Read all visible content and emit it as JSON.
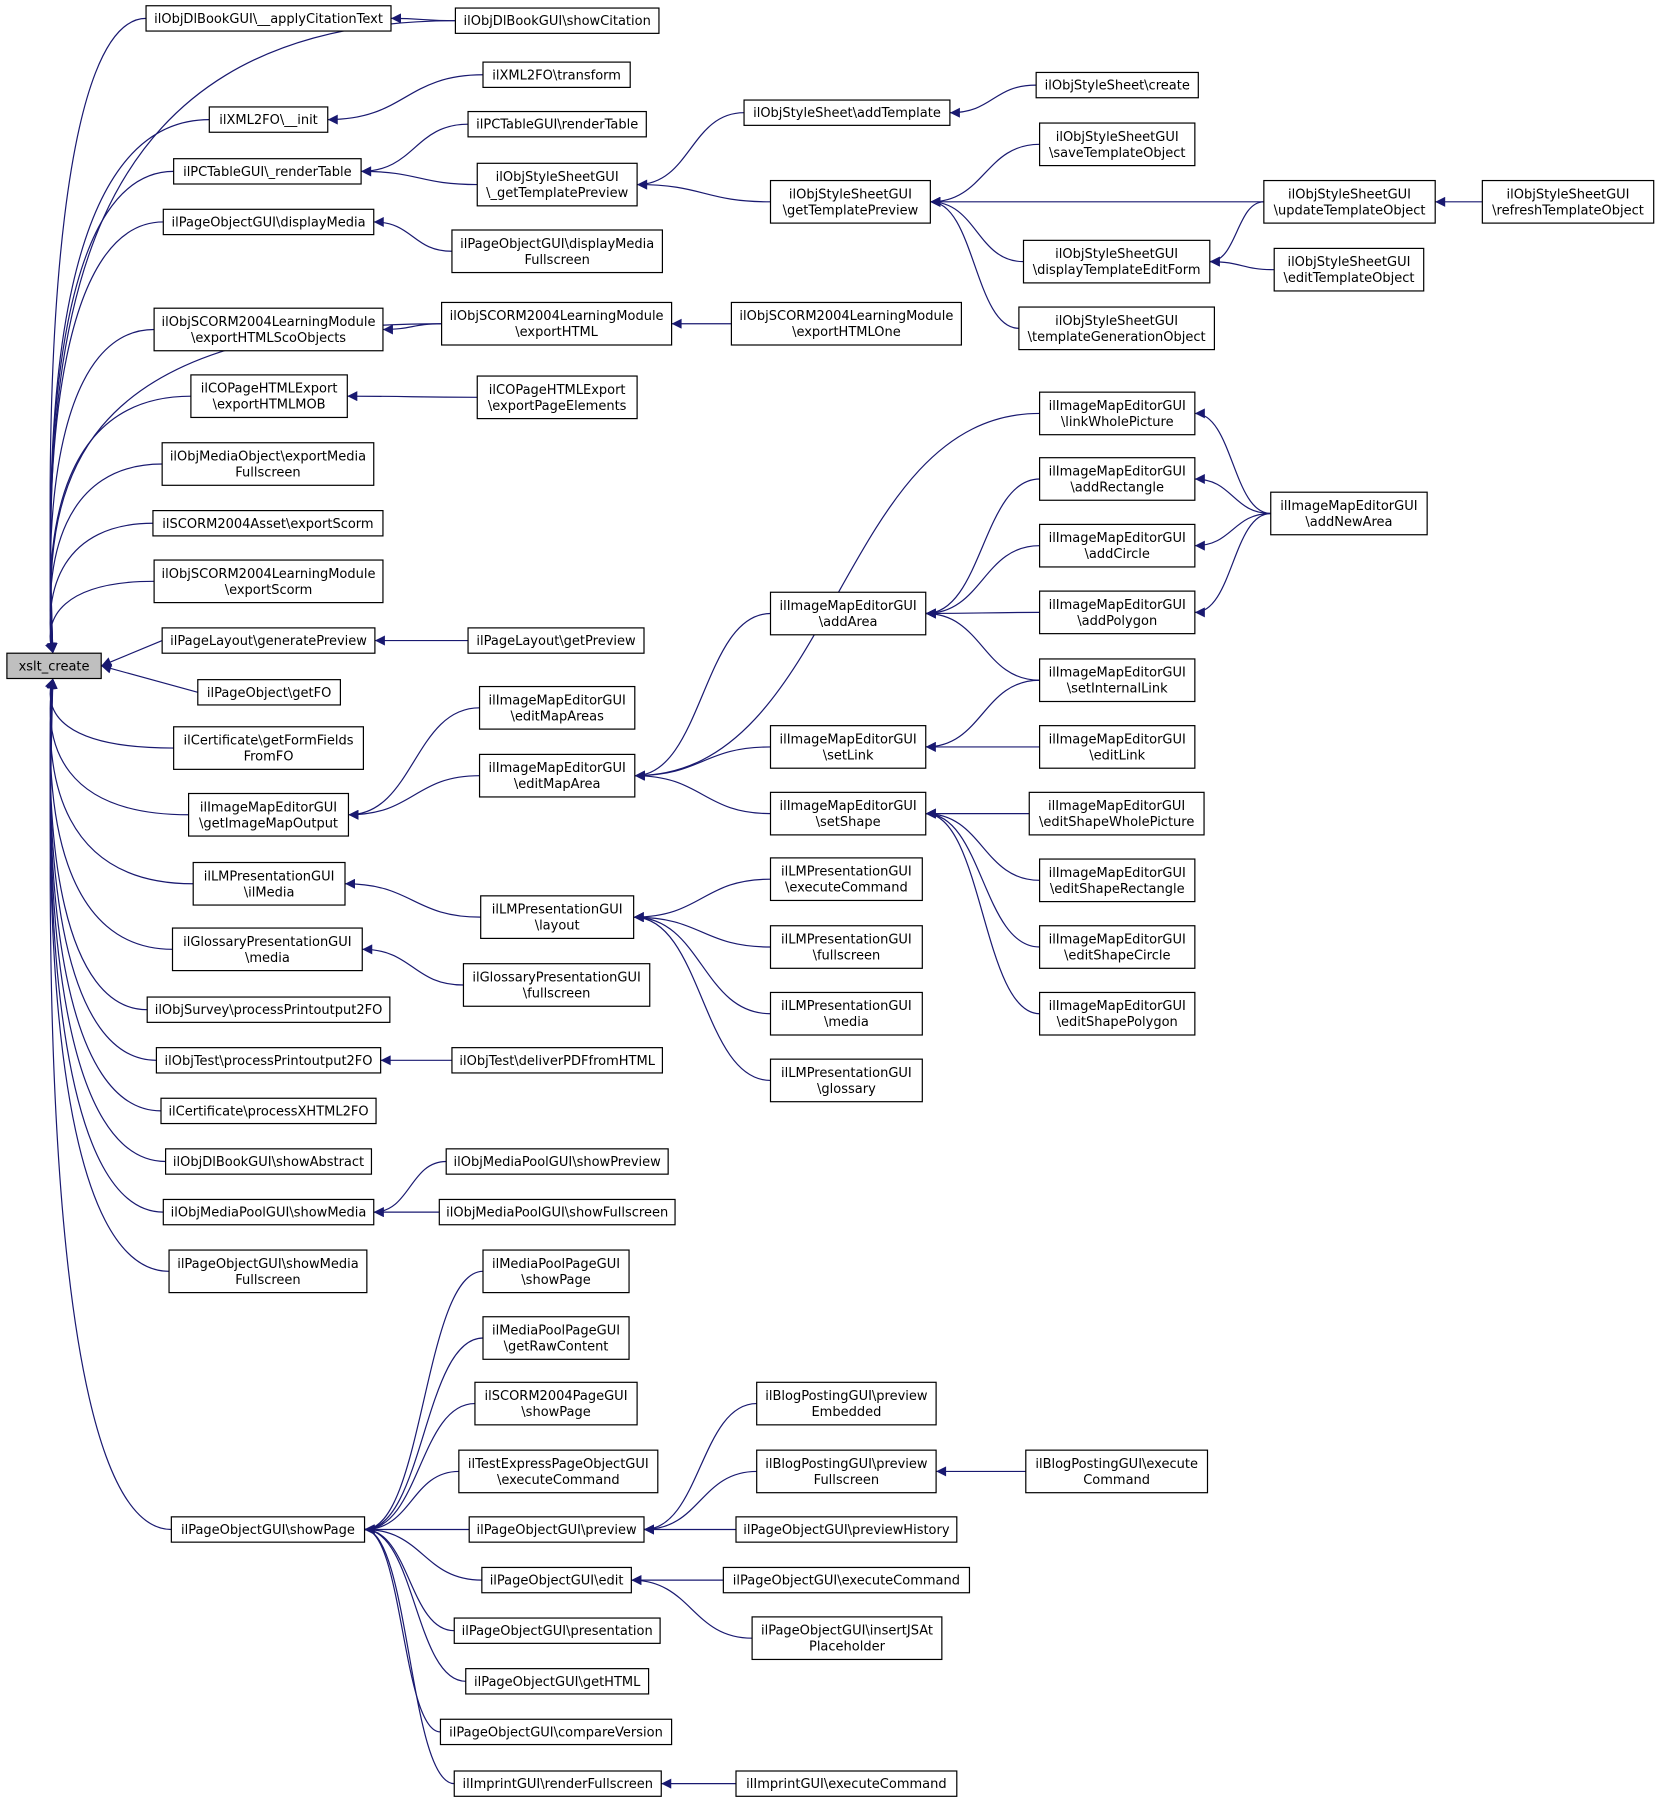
{
  "nodes": {
    "root": [
      "xslt_create"
    ],
    "n_applyCitation": [
      "ilObjDlBookGUI\\__applyCitationText"
    ],
    "n_showCitation": [
      "ilObjDlBookGUI\\showCitation"
    ],
    "n_xmlInit": [
      "ilXML2FO\\__init"
    ],
    "n_xmlTransform": [
      "ilXML2FO\\transform"
    ],
    "n_pcRender": [
      "ilPCTableGUI\\_renderTable"
    ],
    "n_pcRenderTable": [
      "ilPCTableGUI\\renderTable"
    ],
    "n_getTemplatePreview2": [
      "ilObjStyleSheetGUI",
      "\\_getTemplatePreview"
    ],
    "n_addTemplate": [
      "ilObjStyleSheet\\addTemplate"
    ],
    "n_ssCreate": [
      "ilObjStyleSheet\\create"
    ],
    "n_saveTemplateObject": [
      "ilObjStyleSheetGUI",
      "\\saveTemplateObject"
    ],
    "n_getTemplatePreview": [
      "ilObjStyleSheetGUI",
      "\\getTemplatePreview"
    ],
    "n_updateTemplateObject": [
      "ilObjStyleSheetGUI",
      "\\updateTemplateObject"
    ],
    "n_refreshTemplateObject": [
      "ilObjStyleSheetGUI",
      "\\refreshTemplateObject"
    ],
    "n_displayTemplateEditForm": [
      "ilObjStyleSheetGUI",
      "\\displayTemplateEditForm"
    ],
    "n_editTemplateObject": [
      "ilObjStyleSheetGUI",
      "\\editTemplateObject"
    ],
    "n_templateGenerationObject": [
      "ilObjStyleSheetGUI",
      "\\templateGenerationObject"
    ],
    "n_displayMedia": [
      "ilPageObjectGUI\\displayMedia"
    ],
    "n_displayMediaFullscreen": [
      "ilPageObjectGUI\\displayMedia",
      "Fullscreen"
    ],
    "n_exportHTMLScoObjects": [
      "ilObjSCORM2004LearningModule",
      "\\exportHTMLScoObjects"
    ],
    "n_exportHTML": [
      "ilObjSCORM2004LearningModule",
      "\\exportHTML"
    ],
    "n_exportHTMLOne": [
      "ilObjSCORM2004LearningModule",
      "\\exportHTMLOne"
    ],
    "n_exportHTMLMOB": [
      "ilCOPageHTMLExport",
      "\\exportHTMLMOB"
    ],
    "n_exportPageElements": [
      "ilCOPageHTMLExport",
      "\\exportPageElements"
    ],
    "n_linkWholePicture": [
      "ilImageMapEditorGUI",
      "\\linkWholePicture"
    ],
    "n_exportMediaFullscreen": [
      "ilObjMediaObject\\exportMedia",
      "Fullscreen"
    ],
    "n_addRectangle": [
      "ilImageMapEditorGUI",
      "\\addRectangle"
    ],
    "n_addNewArea": [
      "ilImageMapEditorGUI",
      "\\addNewArea"
    ],
    "n_assetExportScorm": [
      "ilSCORM2004Asset\\exportScorm"
    ],
    "n_addCircle": [
      "ilImageMapEditorGUI",
      "\\addCircle"
    ],
    "n_lmExportScorm": [
      "ilObjSCORM2004LearningModule",
      "\\exportScorm"
    ],
    "n_addArea": [
      "ilImageMapEditorGUI",
      "\\addArea"
    ],
    "n_addPolygon": [
      "ilImageMapEditorGUI",
      "\\addPolygon"
    ],
    "n_generatePreview": [
      "ilPageLayout\\generatePreview"
    ],
    "n_getPreview": [
      "ilPageLayout\\getPreview"
    ],
    "n_setInternalLink": [
      "ilImageMapEditorGUI",
      "\\setInternalLink"
    ],
    "n_getFO": [
      "ilPageObject\\getFO"
    ],
    "n_editMapAreas": [
      "ilImageMapEditorGUI",
      "\\editMapAreas"
    ],
    "n_getFormFieldsFromFO": [
      "ilCertificate\\getFormFields",
      "FromFO"
    ],
    "n_setLink": [
      "ilImageMapEditorGUI",
      "\\setLink"
    ],
    "n_editLink": [
      "ilImageMapEditorGUI",
      "\\editLink"
    ],
    "n_editMapArea": [
      "ilImageMapEditorGUI",
      "\\editMapArea"
    ],
    "n_getImageMapOutput": [
      "ilImageMapEditorGUI",
      "\\getImageMapOutput"
    ],
    "n_setShape": [
      "ilImageMapEditorGUI",
      "\\setShape"
    ],
    "n_editShapeWholePicture": [
      "ilImageMapEditorGUI",
      "\\editShapeWholePicture"
    ],
    "n_lmIlMedia": [
      "ilLMPresentationGUI",
      "\\ilMedia"
    ],
    "n_lmExecuteCommand": [
      "ilLMPresentationGUI",
      "\\executeCommand"
    ],
    "n_editShapeRectangle": [
      "ilImageMapEditorGUI",
      "\\editShapeRectangle"
    ],
    "n_lmLayout": [
      "ilLMPresentationGUI",
      "\\layout"
    ],
    "n_glossMedia": [
      "ilGlossaryPresentationGUI",
      "\\media"
    ],
    "n_lmFullscreen": [
      "ilLMPresentationGUI",
      "\\fullscreen"
    ],
    "n_editShapeCircle": [
      "ilImageMapEditorGUI",
      "\\editShapeCircle"
    ],
    "n_glossFullscreen": [
      "ilGlossaryPresentationGUI",
      "\\fullscreen"
    ],
    "n_lmMedia": [
      "ilLMPresentationGUI",
      "\\media"
    ],
    "n_editShapePolygon": [
      "ilImageMapEditorGUI",
      "\\editShapePolygon"
    ],
    "n_surveyPrint": [
      "ilObjSurvey\\processPrintoutput2FO"
    ],
    "n_testPrint": [
      "ilObjTest\\processPrintoutput2FO"
    ],
    "n_deliverPDF": [
      "ilObjTest\\deliverPDFfromHTML"
    ],
    "n_lmGlossary": [
      "ilLMPresentationGUI",
      "\\glossary"
    ],
    "n_certXHTML": [
      "ilCertificate\\processXHTML2FO"
    ],
    "n_showAbstract": [
      "ilObjDlBookGUI\\showAbstract"
    ],
    "n_mpShowPreview": [
      "ilObjMediaPoolGUI\\showPreview"
    ],
    "n_mpShowMedia": [
      "ilObjMediaPoolGUI\\showMedia"
    ],
    "n_mpShowFullscreen": [
      "ilObjMediaPoolGUI\\showFullscreen"
    ],
    "n_showMediaFullscreen": [
      "ilPageObjectGUI\\showMedia",
      "Fullscreen"
    ],
    "n_mppShowPage": [
      "ilMediaPoolPageGUI",
      "\\showPage"
    ],
    "n_mppRaw": [
      "ilMediaPoolPageGUI",
      "\\getRawContent"
    ],
    "n_blogEmbedded": [
      "ilBlogPostingGUI\\preview",
      "Embedded"
    ],
    "n_scoShowPage": [
      "ilSCORM2004PageGUI",
      "\\showPage"
    ],
    "n_blogFullscreen": [
      "ilBlogPostingGUI\\preview",
      "Fullscreen"
    ],
    "n_blogExec": [
      "ilBlogPostingGUI\\execute",
      "Command"
    ],
    "n_testExpressExec": [
      "ilTestExpressPageObjectGUI",
      "\\executeCommand"
    ],
    "n_showPage": [
      "ilPageObjectGUI\\showPage"
    ],
    "n_preview": [
      "ilPageObjectGUI\\preview"
    ],
    "n_previewHistory": [
      "ilPageObjectGUI\\previewHistory"
    ],
    "n_edit": [
      "ilPageObjectGUI\\edit"
    ],
    "n_poExec": [
      "ilPageObjectGUI\\executeCommand"
    ],
    "n_insertJS": [
      "ilPageObjectGUI\\insertJSAt",
      "Placeholder"
    ],
    "n_presentation": [
      "ilPageObjectGUI\\presentation"
    ],
    "n_getHTML": [
      "ilPageObjectGUI\\getHTML"
    ],
    "n_compareVersion": [
      "ilPageObjectGUI\\compareVersion"
    ],
    "n_renderFullscreen": [
      "ilImprintGUI\\renderFullscreen"
    ],
    "n_imprintExec": [
      "ilImprintGUI\\executeCommand"
    ]
  },
  "colors": {
    "edge": "#191970",
    "node_fill": "#ffffff",
    "root_fill": "#bfbfbf",
    "border": "#000000"
  }
}
